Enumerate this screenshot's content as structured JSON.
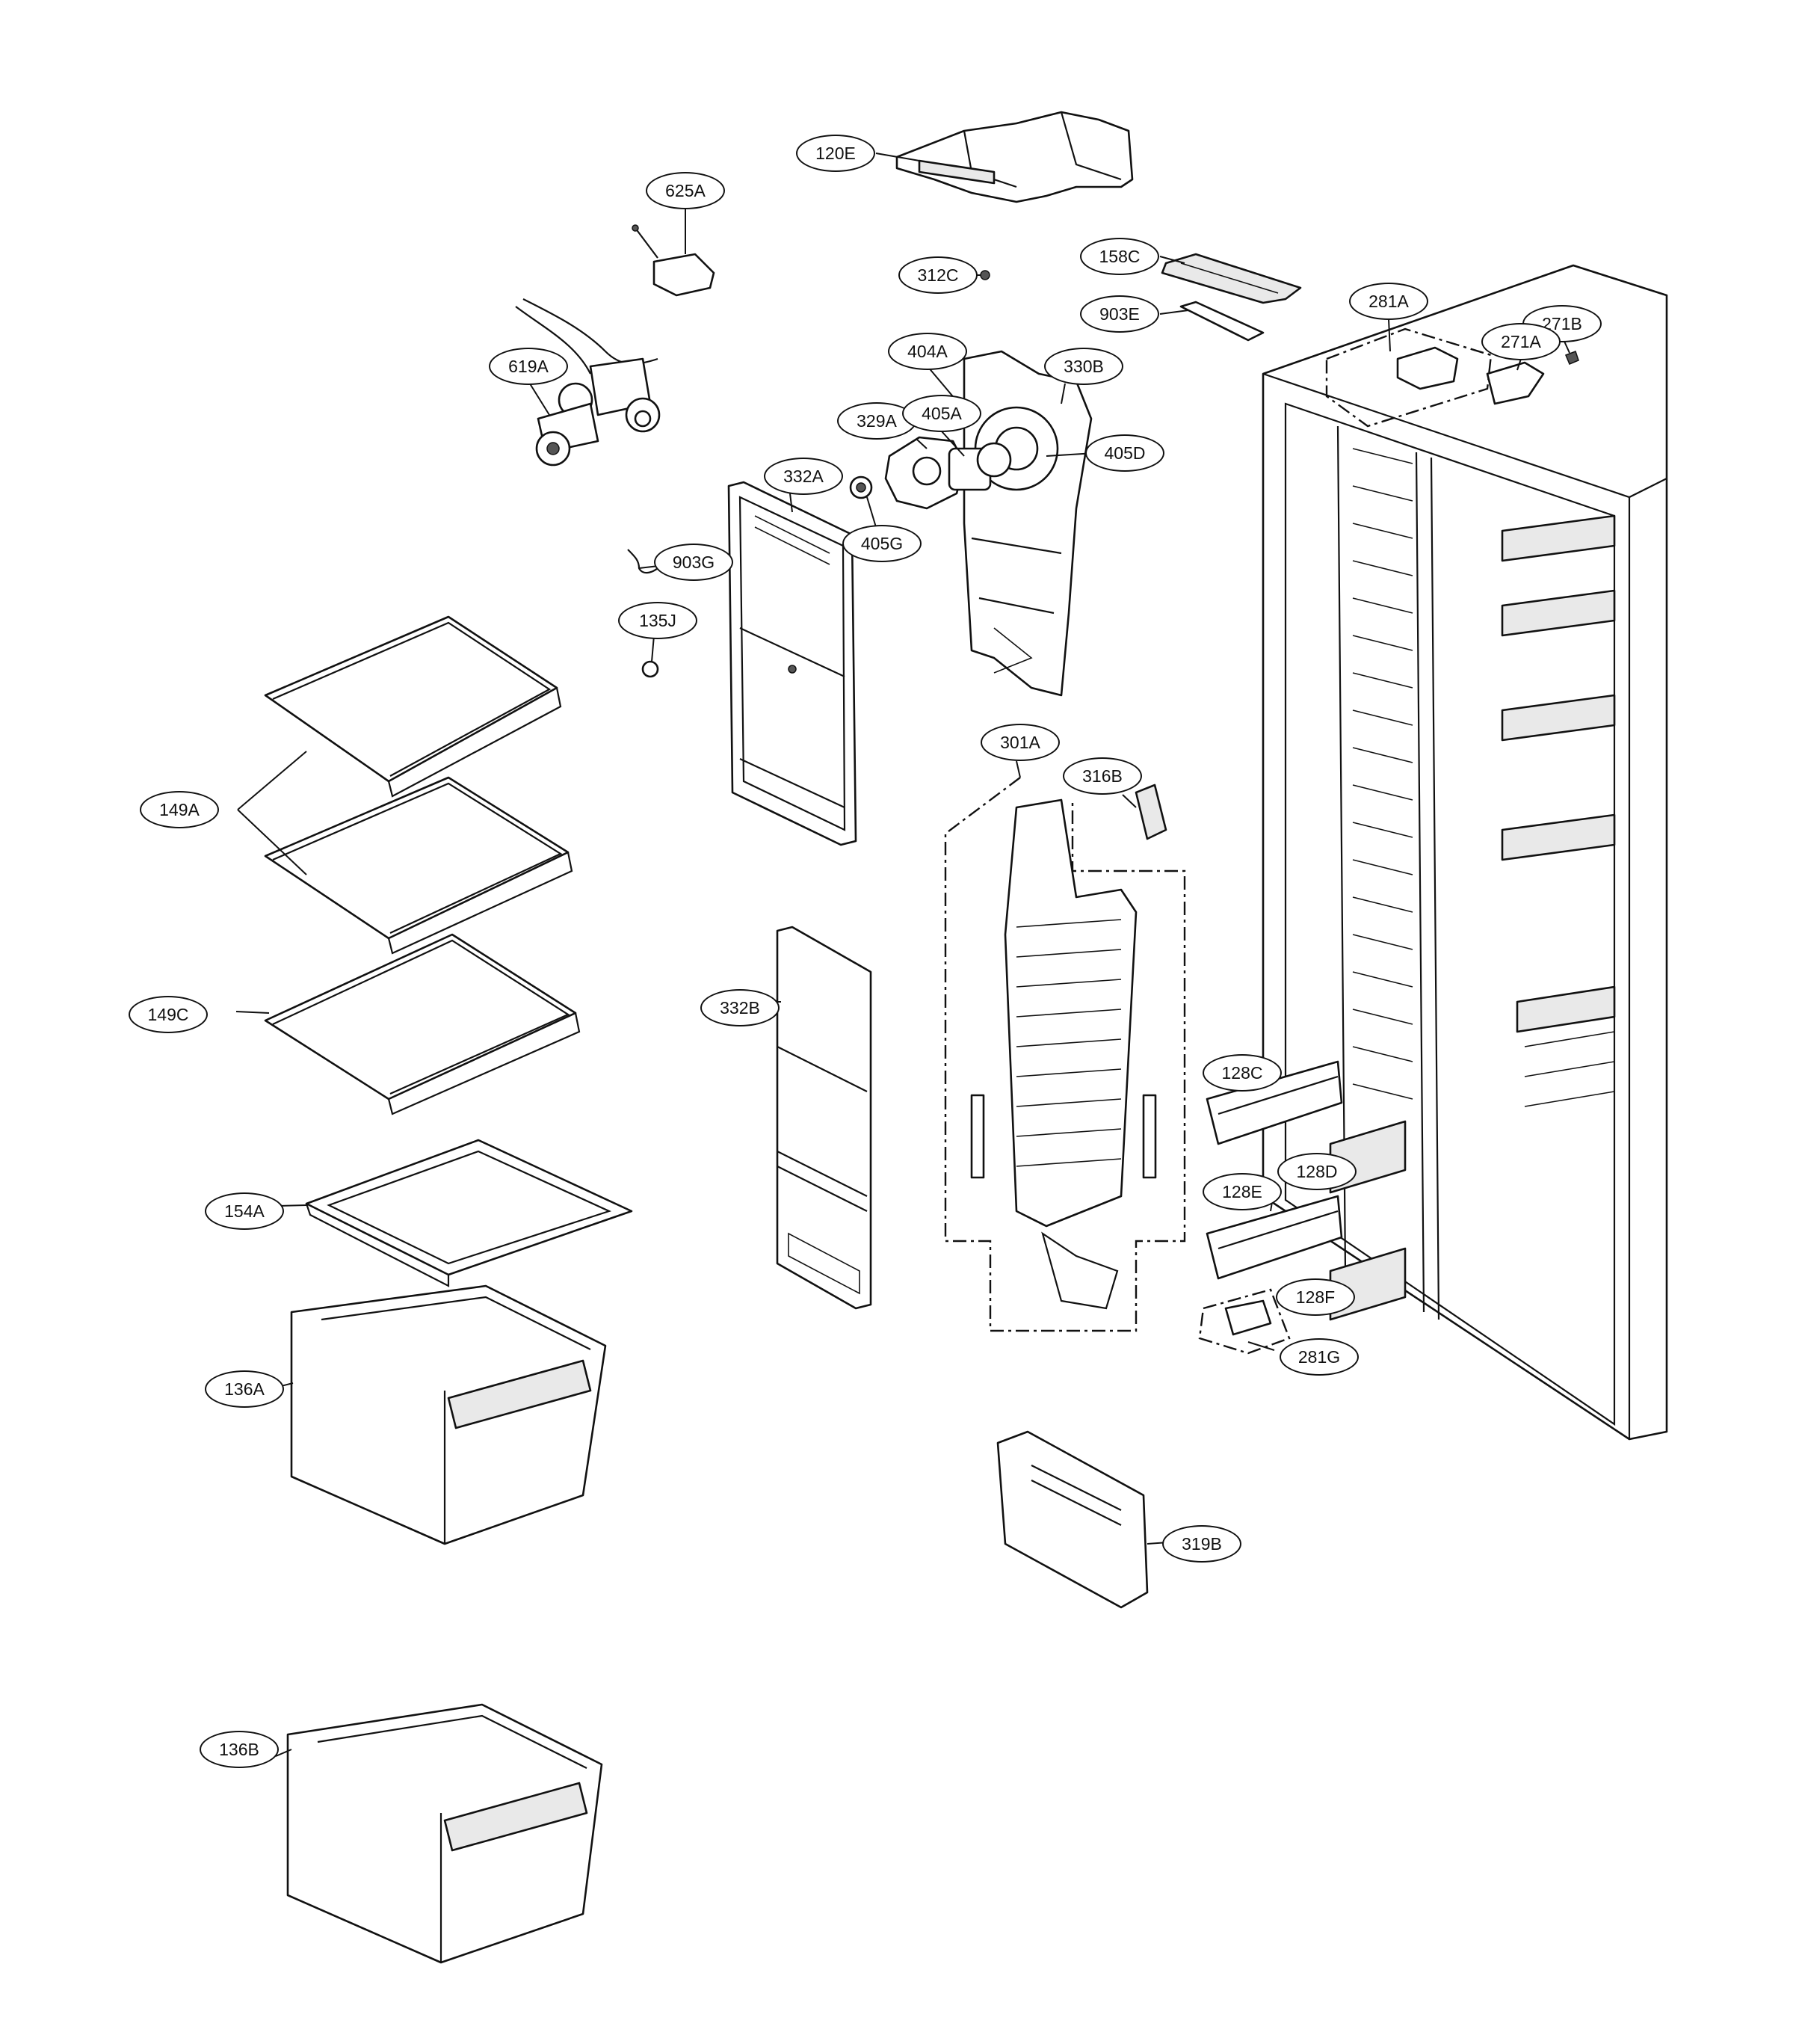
{
  "labels": {
    "l120E": "120E",
    "l625A": "625A",
    "l312C": "312C",
    "l158C": "158C",
    "l903E": "903E",
    "l281A": "281A",
    "l271B": "271B",
    "l271A": "271A",
    "l619A": "619A",
    "l404A": "404A",
    "l330B": "330B",
    "l329A": "329A",
    "l405A": "405A",
    "l405D": "405D",
    "l332A": "332A",
    "l405G": "405G",
    "l903G": "903G",
    "l135J": "135J",
    "l149A": "149A",
    "l301A": "301A",
    "l316B": "316B",
    "l149C": "149C",
    "l332B": "332B",
    "l128C": "128C",
    "l128D": "128D",
    "l128E": "128E",
    "l154A": "154A",
    "l128F": "128F",
    "l281G": "281G",
    "l136A": "136A",
    "l319B": "319B",
    "l136B": "136B"
  }
}
